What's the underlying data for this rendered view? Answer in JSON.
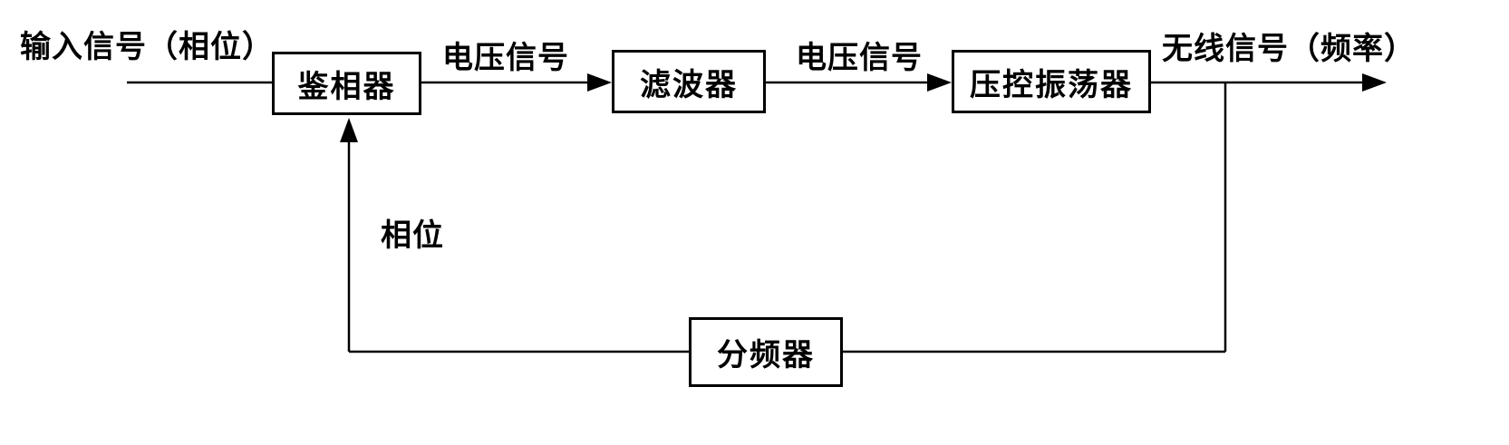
{
  "diagram": {
    "type": "block-diagram",
    "description": "Phase-locked loop (PLL) signal flow diagram",
    "blocks": [
      {
        "id": "phase-detector",
        "label": "鉴相器"
      },
      {
        "id": "filter",
        "label": "滤波器"
      },
      {
        "id": "vco",
        "label": "压控振荡器"
      },
      {
        "id": "frequency-divider",
        "label": "分频器"
      }
    ],
    "labels": {
      "input_signal": "输入信号（相位）",
      "voltage_signal_1": "电压信号",
      "voltage_signal_2": "电压信号",
      "output_signal": "无线信号（频率）",
      "phase_feedback": "相位"
    },
    "edges": [
      {
        "from": "input",
        "to": "phase-detector",
        "label": "输入信号（相位）"
      },
      {
        "from": "phase-detector",
        "to": "filter",
        "label": "电压信号"
      },
      {
        "from": "filter",
        "to": "vco",
        "label": "电压信号"
      },
      {
        "from": "vco",
        "to": "output",
        "label": "无线信号（频率）"
      },
      {
        "from": "vco-output-tap",
        "to": "frequency-divider",
        "label": ""
      },
      {
        "from": "frequency-divider",
        "to": "phase-detector",
        "label": "相位"
      }
    ],
    "colors": {
      "line": "#000000",
      "text": "#000000",
      "background": "#ffffff"
    }
  }
}
